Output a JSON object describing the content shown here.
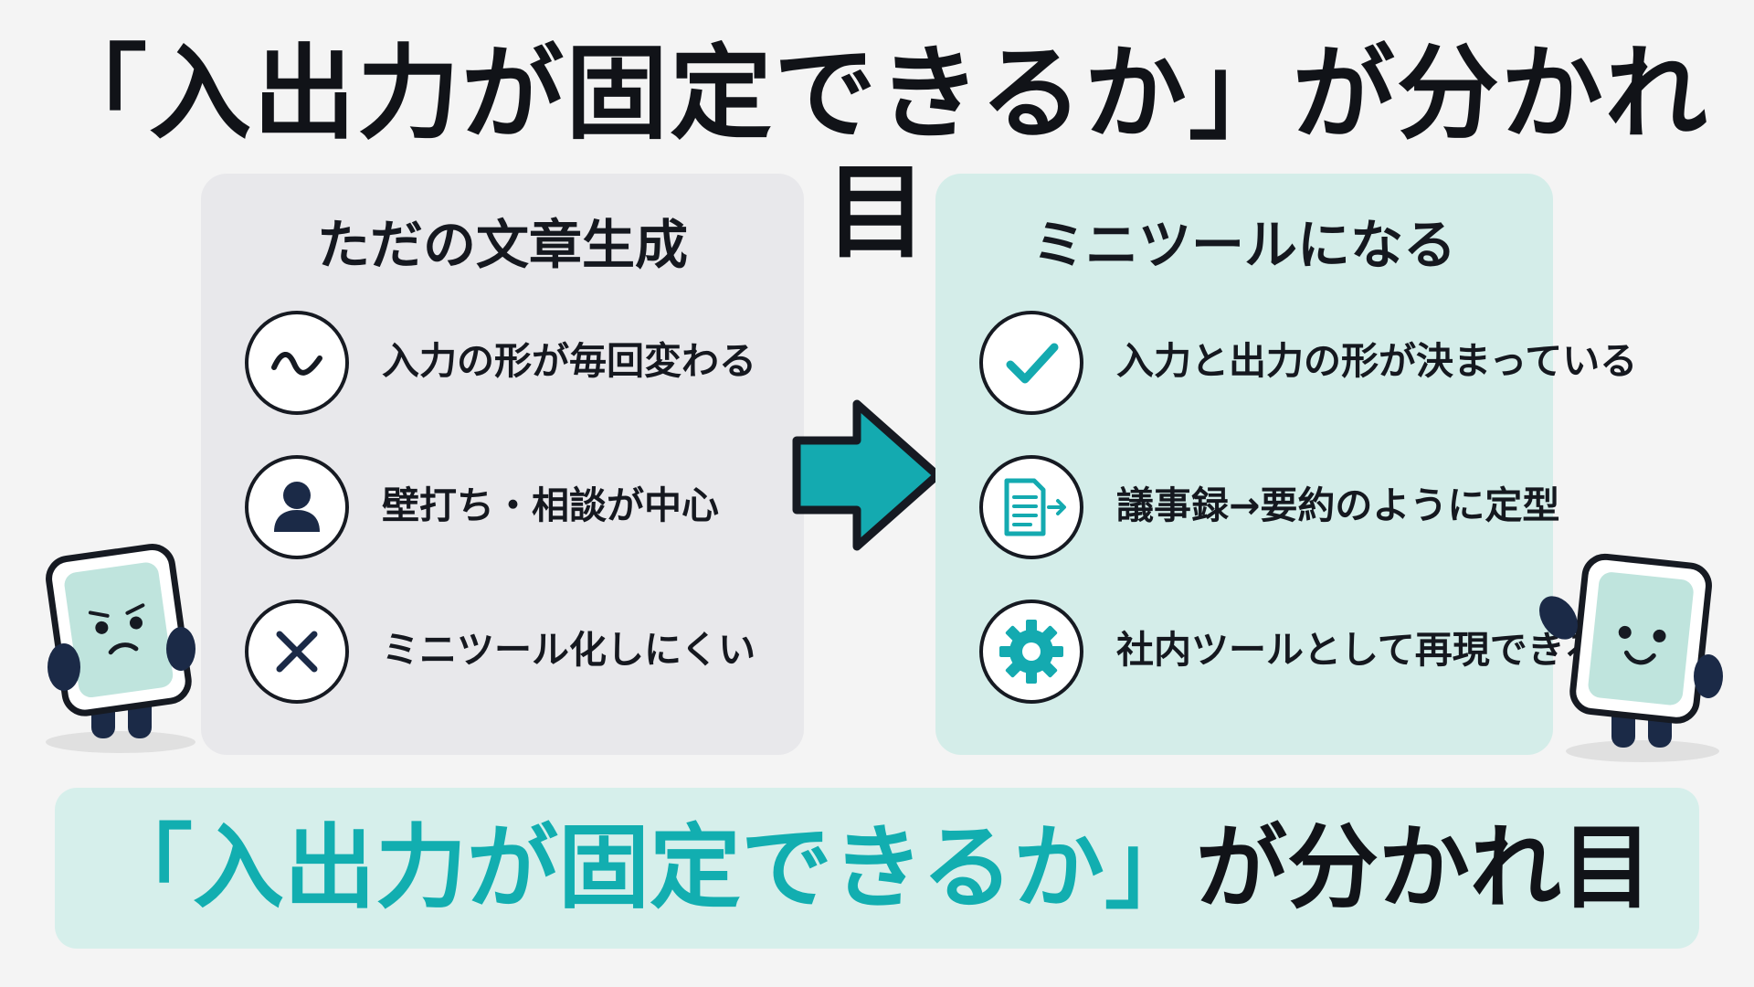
{
  "title": "「入出力が固定できるか」が分かれ目",
  "colors": {
    "accent": "#12aeb0",
    "left_panel": "#e8e8eb",
    "right_panel": "#d4ede9",
    "dark": "#161a22"
  },
  "left_panel": {
    "heading": "ただの文章生成",
    "items": [
      {
        "icon": "wave-icon",
        "text": "入力の形が毎回変わる"
      },
      {
        "icon": "person-icon",
        "text": "壁打ち・相談が中心"
      },
      {
        "icon": "x-icon",
        "text": "ミニツール化しにくい"
      }
    ]
  },
  "right_panel": {
    "heading": "ミニツールになる",
    "items": [
      {
        "icon": "check-icon",
        "text": "入力と出力の形が決まっている"
      },
      {
        "icon": "document-arrow-icon",
        "text": "議事録→要約のように定型"
      },
      {
        "icon": "gear-icon",
        "text": "社内ツールとして再現できる"
      }
    ]
  },
  "arrow": {
    "icon": "right-arrow-icon"
  },
  "mascots": {
    "left": {
      "icon": "worried-mascot-icon"
    },
    "right": {
      "icon": "happy-mascot-icon"
    }
  },
  "bottom": {
    "accent_text": "「入出力が固定できるか」",
    "rest_text": "が分かれ目"
  }
}
